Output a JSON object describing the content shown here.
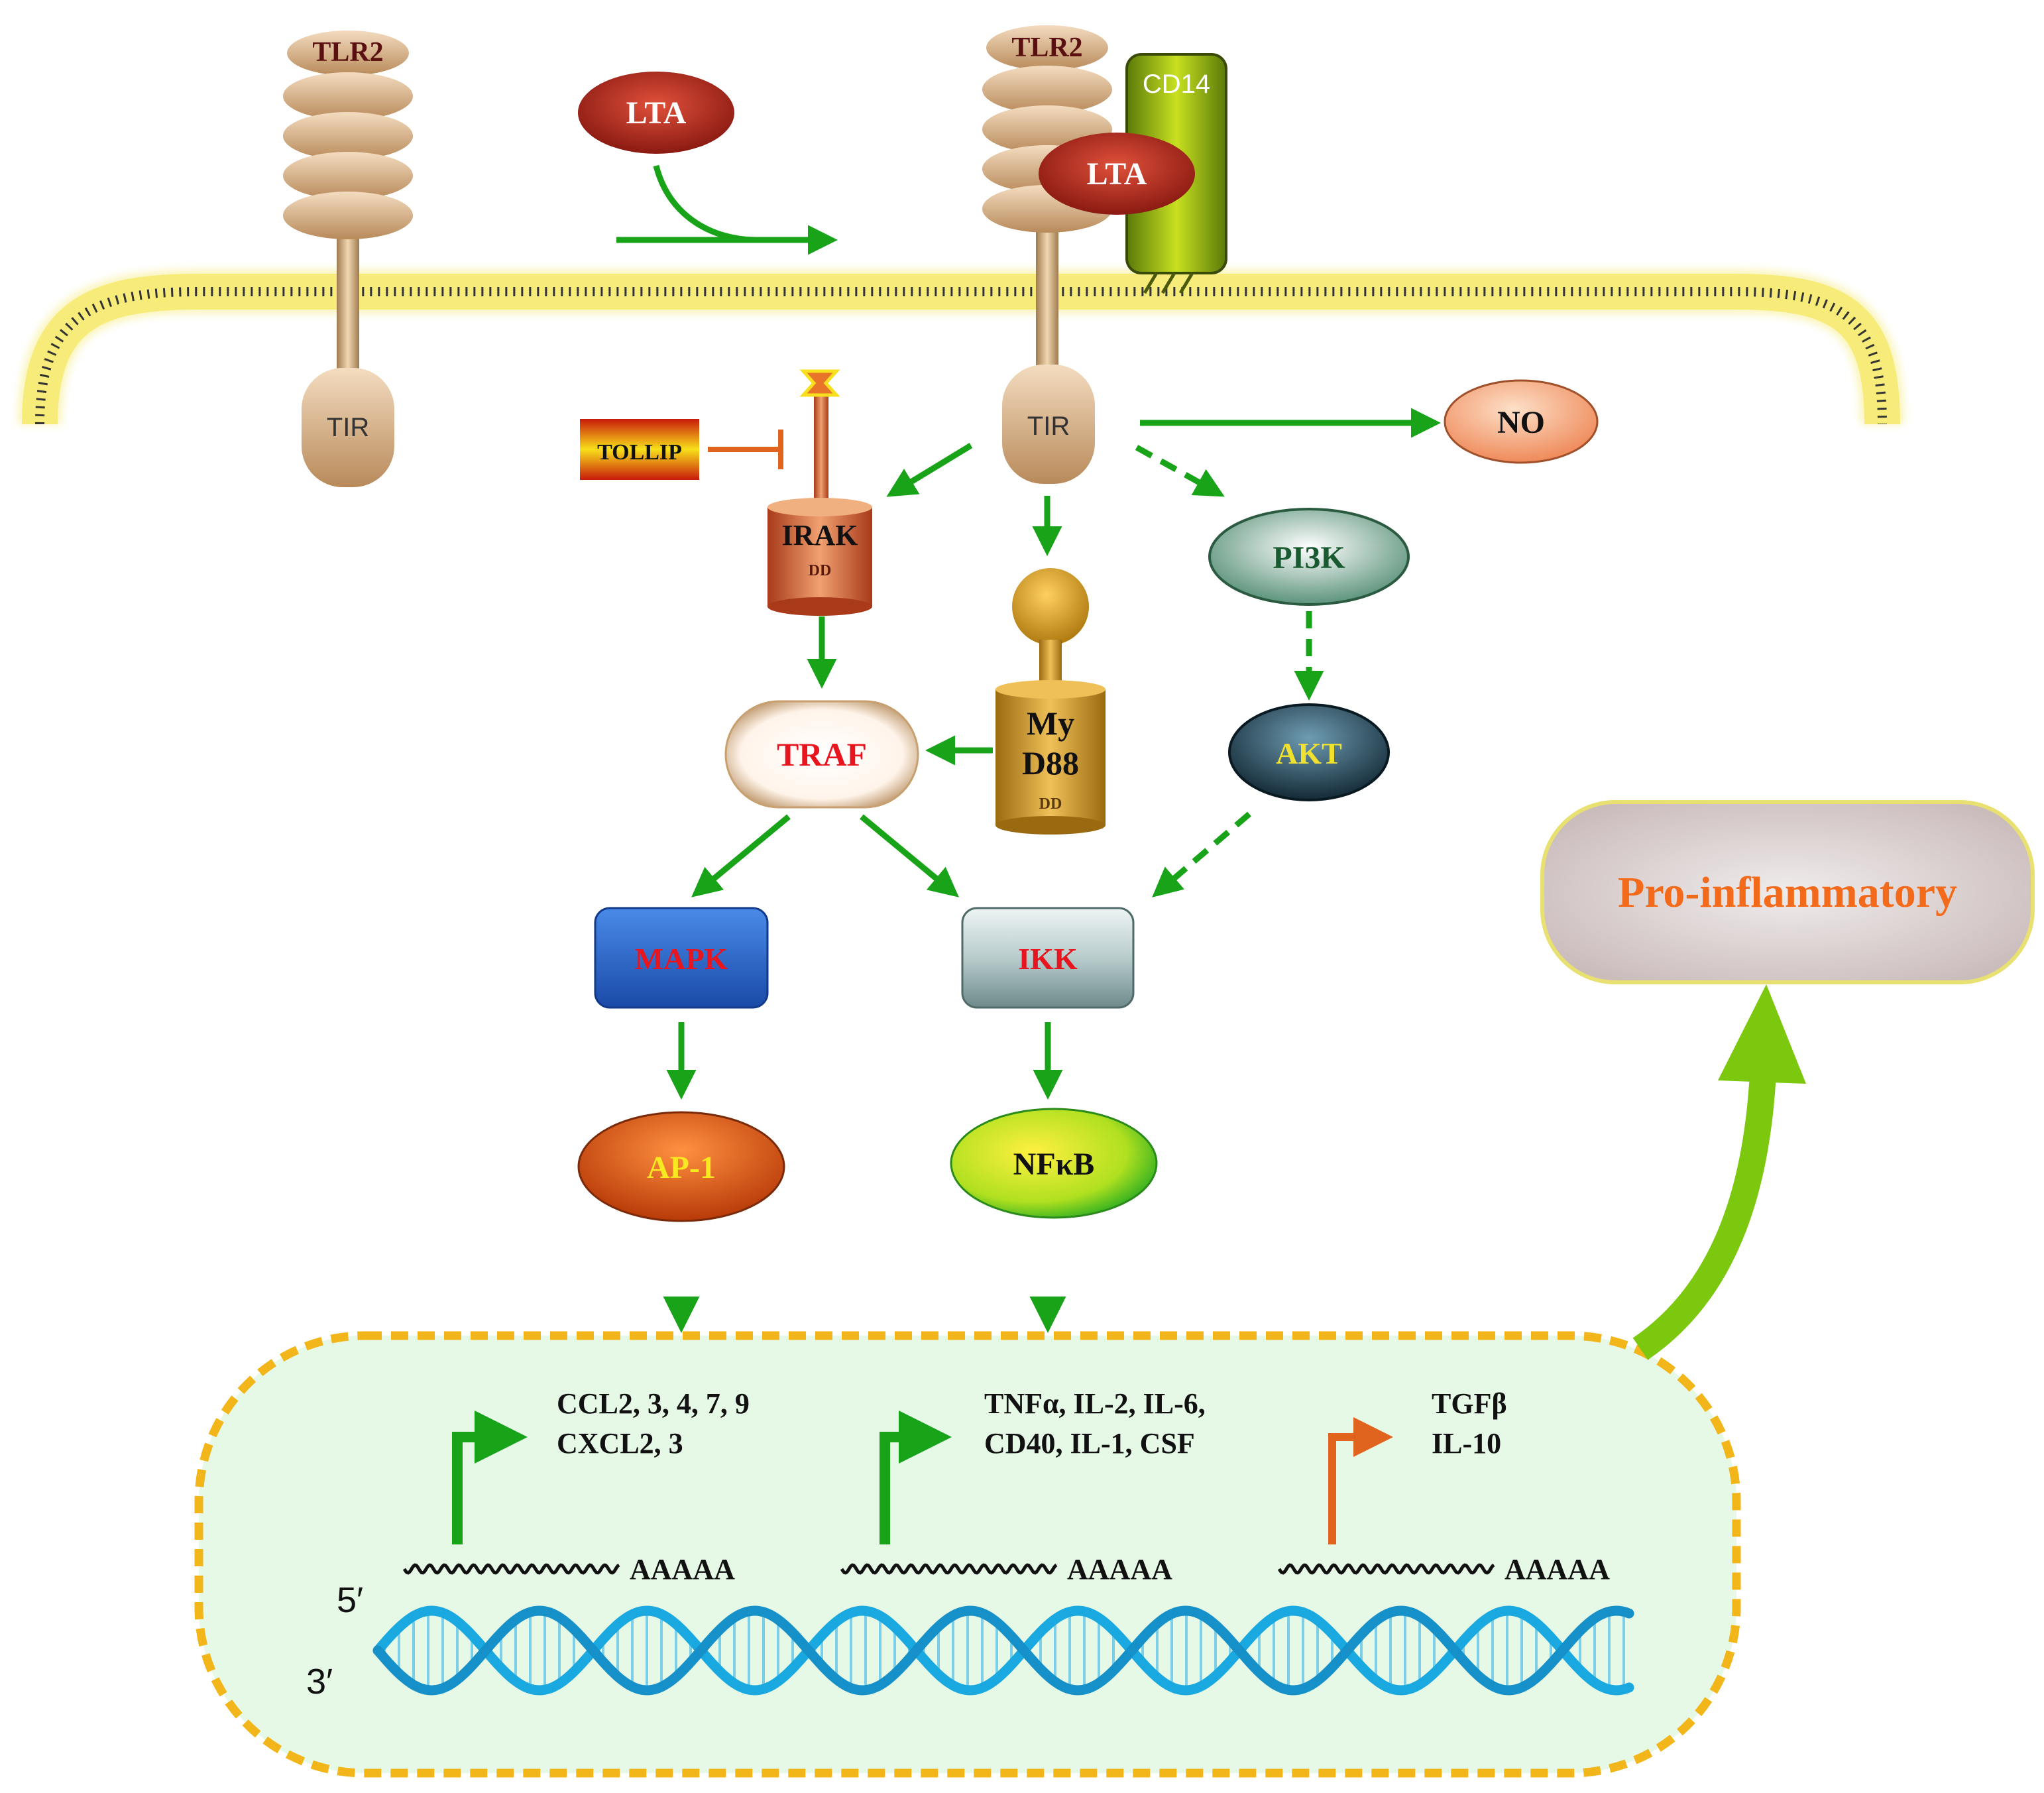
{
  "colors": {
    "arrow": "#19a319",
    "inhibit": "#e0641e",
    "membrane": "#f4e87a",
    "nucleus_fill": "#e6f8e6",
    "nucleus_border": "#f2b51a",
    "dna": "#19a9e0",
    "big_arrow": "#7cc80e",
    "receptor": "#d9b48a",
    "red_text": "#e8141e",
    "yellow_text": "#f0e030",
    "orange_text": "#f26a1a"
  },
  "nodes": {
    "tlr2_left": "TLR2",
    "tlr2_right": "TLR2",
    "cd14": "CD14",
    "lta_free": "LTA",
    "lta_bound": "LTA",
    "tir_left": "TIR",
    "tir_right": "TIR",
    "tollip": "TOLLIP",
    "no": "NO",
    "irak": "IRAK",
    "irak_dd": "DD",
    "pi3k": "PI3K",
    "myd88_line1": "My",
    "myd88_line2": "D88",
    "myd88_dd": "DD",
    "traf": "TRAF",
    "akt": "AKT",
    "mapk": "MAPK",
    "ikk": "IKK",
    "ap1": "AP-1",
    "nfkb": "NFκB",
    "pro_inflammatory": "Pro-inflammatory"
  },
  "genes": {
    "group1_line1": "CCL2, 3, 4, 7, 9",
    "group1_line2": "CXCL2, 3",
    "group2_line1": "TNFα, IL-2, IL-6,",
    "group2_line2": "CD40, IL-1, CSF",
    "group3_line1": "TGFβ",
    "group3_line2": "IL-10"
  },
  "mrna": {
    "tail1": "AAAAA",
    "tail2": "AAAAA",
    "tail3": "AAAAA"
  },
  "dna": {
    "five_prime": "5′",
    "three_prime": "3′"
  }
}
